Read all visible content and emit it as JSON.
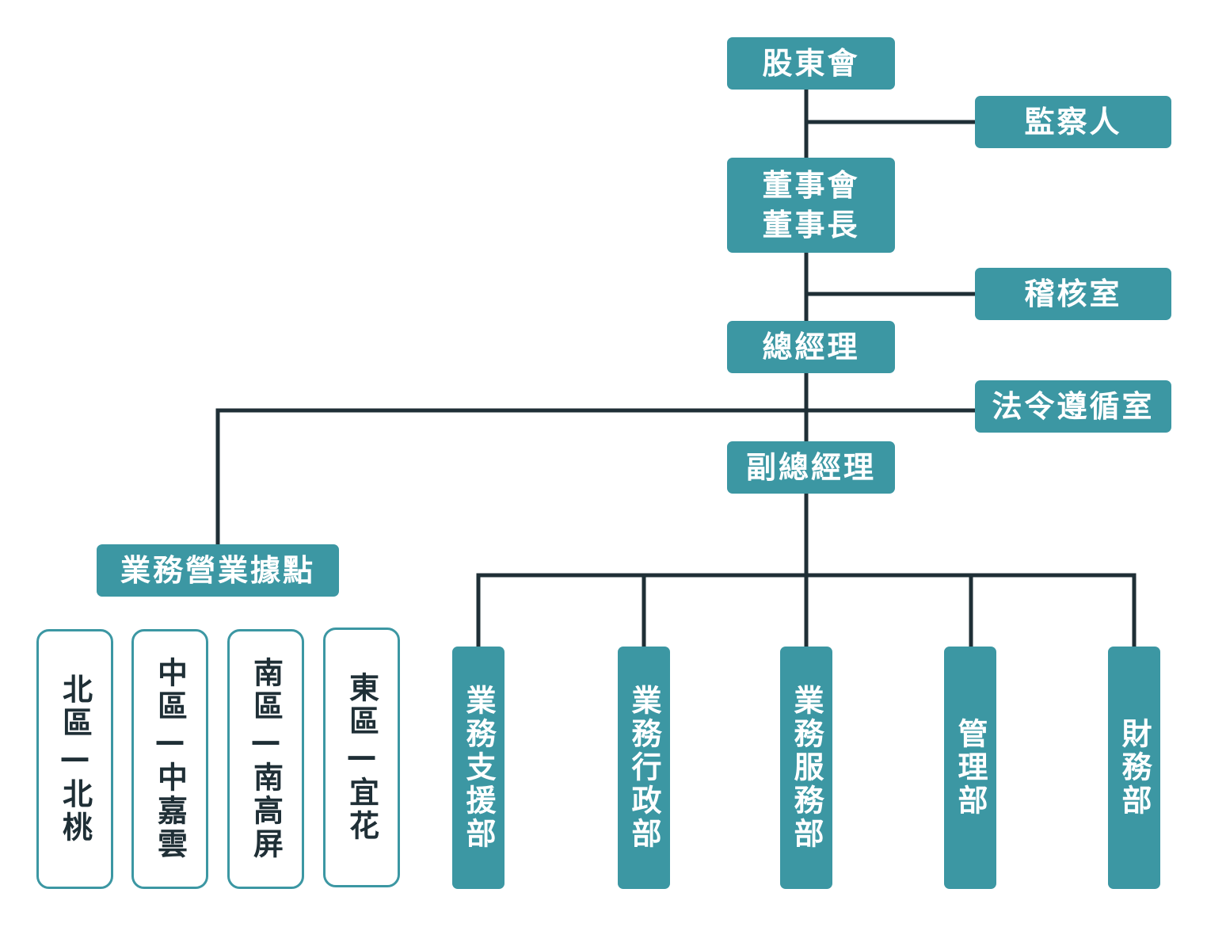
{
  "colors": {
    "node_fill": "#3c97a3",
    "node_text": "#ffffff",
    "line": "#1f2f36",
    "region_border": "#3c97a3",
    "region_text": "#1f2f36"
  },
  "org": {
    "shareholders": "股東會",
    "supervisor": "監察人",
    "board_line1": "董事會",
    "board_line2": "董事長",
    "audit": "稽核室",
    "gm": "總經理",
    "compliance": "法令遵循室",
    "vice_gm": "副總經理",
    "sales_points": "業務營業據點",
    "regions": [
      {
        "label": "北區—北桃"
      },
      {
        "label": "中區—中嘉雲"
      },
      {
        "label": "南區—南高屏"
      },
      {
        "label": "東區—宜花"
      }
    ],
    "departments": [
      {
        "label": "業務支援部"
      },
      {
        "label": "業務行政部"
      },
      {
        "label": "業務服務部"
      },
      {
        "label": "管理部"
      },
      {
        "label": "財務部"
      }
    ]
  }
}
